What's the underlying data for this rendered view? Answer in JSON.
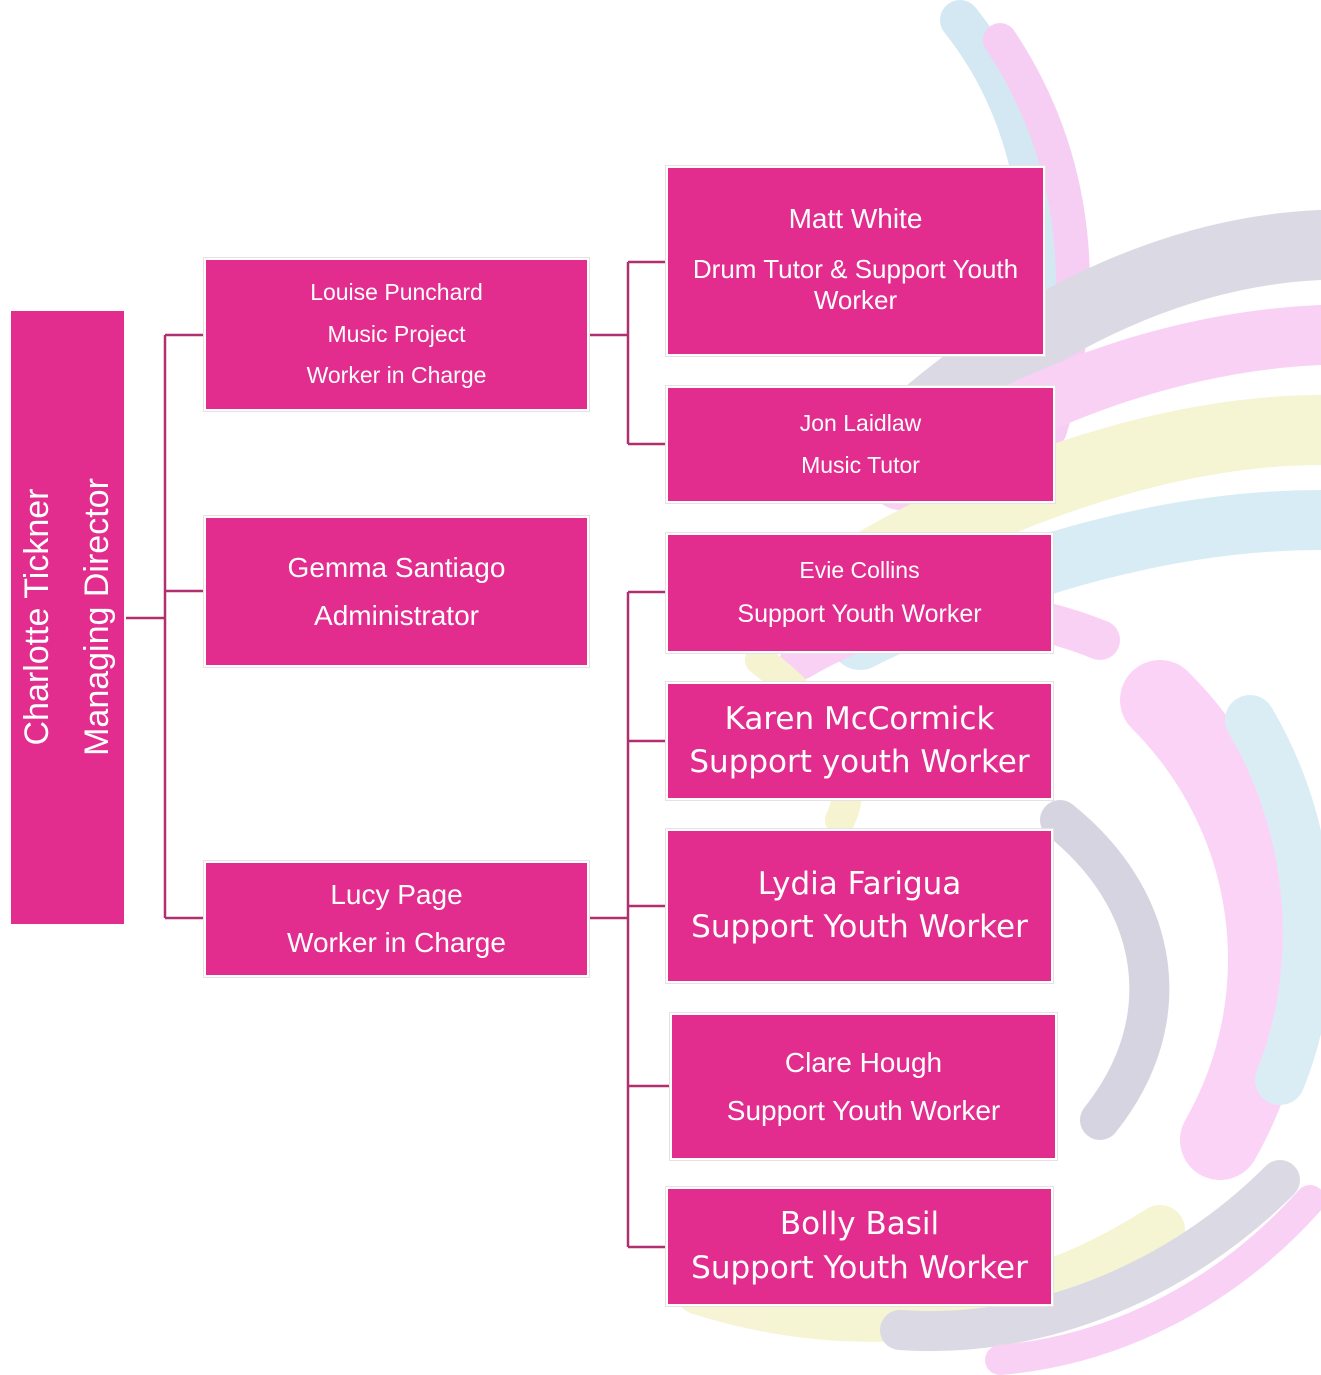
{
  "root": {
    "name": "Charlotte Tickner",
    "role": "Managing Director"
  },
  "level2": [
    {
      "name": "Louise Punchard",
      "role_line1": "Music Project",
      "role_line2": "Worker in Charge"
    },
    {
      "name": "Gemma Santiago",
      "role": "Administrator"
    },
    {
      "name": "Lucy Page",
      "role": "Worker in Charge"
    }
  ],
  "level3_music": [
    {
      "name": "Matt White",
      "role": "Drum Tutor & Support Youth Worker"
    },
    {
      "name": "Jon Laidlaw",
      "role": "Music Tutor"
    }
  ],
  "level3_youth": [
    {
      "name": "Evie Collins",
      "role": "Support Youth Worker"
    },
    {
      "name": "Karen McCormick",
      "role": "Support youth Worker"
    },
    {
      "name": "Lydia Farigua",
      "role": "Support Youth Worker"
    },
    {
      "name": "Clare Hough",
      "role": "Support Youth Worker"
    },
    {
      "name": "Bolly Basil",
      "role": "Support Youth Worker"
    }
  ],
  "colors": {
    "box": "#e22d8f",
    "line": "#b0306f",
    "text": "#ffffff"
  }
}
